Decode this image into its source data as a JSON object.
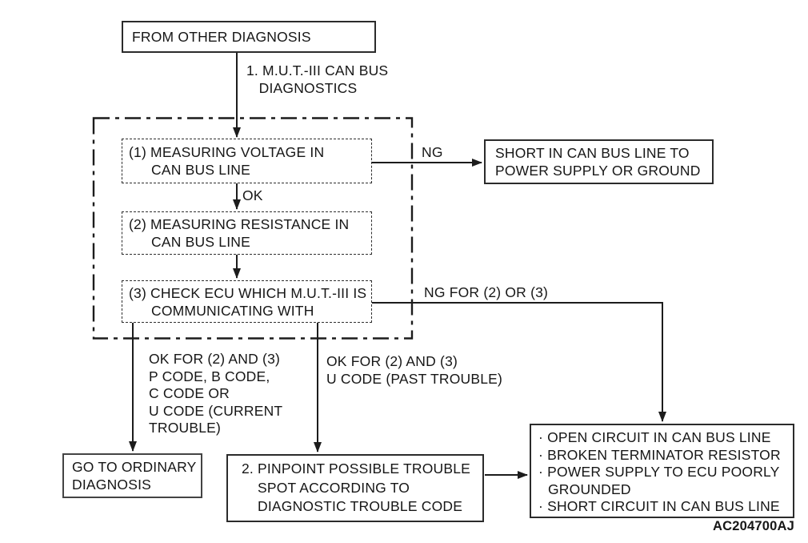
{
  "diagram": {
    "nodes": {
      "start": {
        "label": "FROM OTHER DIAGNOSIS"
      },
      "step1": {
        "line1": "(1) MEASURING VOLTAGE IN",
        "line2": "CAN BUS LINE"
      },
      "step2": {
        "line1": "(2) MEASURING RESISTANCE IN",
        "line2": "CAN BUS LINE"
      },
      "step3": {
        "line1": "(3) CHECK ECU WHICH M.U.T.-III IS",
        "line2": "COMMUNICATING WITH"
      },
      "short_result": {
        "line1": "SHORT IN CAN BUS LINE TO",
        "line2": "POWER SUPPLY OR GROUND"
      },
      "go_ordinary": {
        "line1": "GO TO ORDINARY",
        "line2": "DIAGNOSIS"
      },
      "pinpoint": {
        "line1": "2. PINPOINT POSSIBLE TROUBLE",
        "line2": "SPOT ACCORDING TO",
        "line3": "DIAGNOSTIC TROUBLE CODE"
      },
      "causes": {
        "items": [
          "· OPEN CIRCUIT IN CAN BUS LINE",
          "· BROKEN TERMINATOR RESISTOR",
          "· POWER SUPPLY TO ECU POORLY GROUNDED",
          "· SHORT CIRCUIT IN CAN BUS LINE"
        ]
      }
    },
    "edge_labels": {
      "process1": {
        "line1": "1. M.U.T.-III CAN BUS",
        "line2": "DIAGNOSTICS"
      },
      "ok": "OK",
      "ng": "NG",
      "ng_2_3": "NG FOR (2) OR (3)",
      "ok_current": {
        "line1": "OK FOR (2) AND (3)",
        "line2": "P CODE, B CODE,",
        "line3": "C CODE OR",
        "line4": "U CODE (CURRENT",
        "line5": "TROUBLE)"
      },
      "ok_past": {
        "line1": "OK FOR (2) AND (3)",
        "line2": "U CODE (PAST TROUBLE)"
      }
    },
    "watermark": "AC204700AJ",
    "colors": {
      "line": "#1c1c1c",
      "background": "#ffffff"
    }
  }
}
